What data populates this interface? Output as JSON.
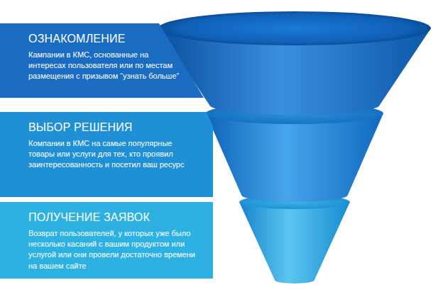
{
  "diagram": {
    "nodes": [
      {
        "text": [
          "ОЗНАКОМЛЕНИЕ",
          "Кампании в КМС, основанные на интересах пользователя или по местам размещения с призывом “узнать больше”"
        ]
      },
      {
        "text": [
          "ВЫБОР РЕШЕНИЯ",
          "Компании в КМС на самые популярные товары или услуги для тех, кто проявил заинтересованность и посетил ваш ресурс"
        ]
      },
      {
        "text": [
          "ПОЛУЧЕНИЕ ЗАЯВОК",
          "Возврат пользователей, у которых уже было несколько касаний с вашим продуктом или услугой или они провели достаточно времени на вашем сайте"
        ]
      }
    ]
  }
}
